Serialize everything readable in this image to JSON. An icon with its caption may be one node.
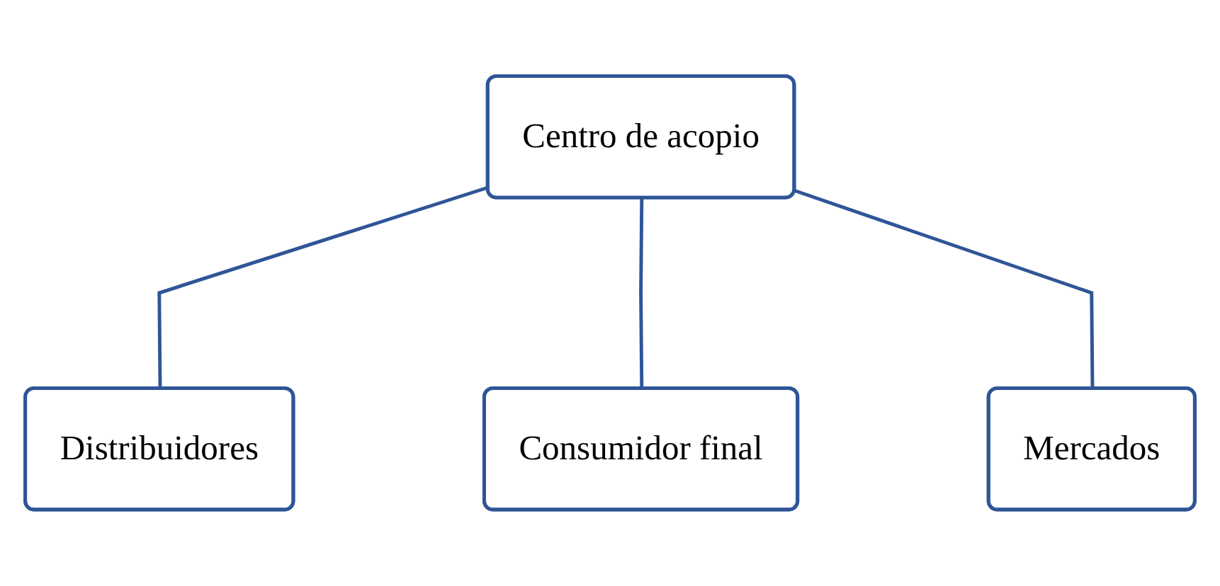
{
  "diagram": {
    "nodes": [
      {
        "text": [
          "Centro de acopio"
        ]
      },
      {
        "text": [
          "Distribuidores"
        ]
      },
      {
        "text": [
          "Consumidor final"
        ]
      },
      {
        "text": [
          "Mercados"
        ]
      }
    ],
    "edges": [
      {
        "from": 0,
        "to": 1,
        "arrow": "none"
      },
      {
        "from": 0,
        "to": 2,
        "arrow": "none"
      },
      {
        "from": 0,
        "to": 3,
        "arrow": "none"
      }
    ]
  }
}
